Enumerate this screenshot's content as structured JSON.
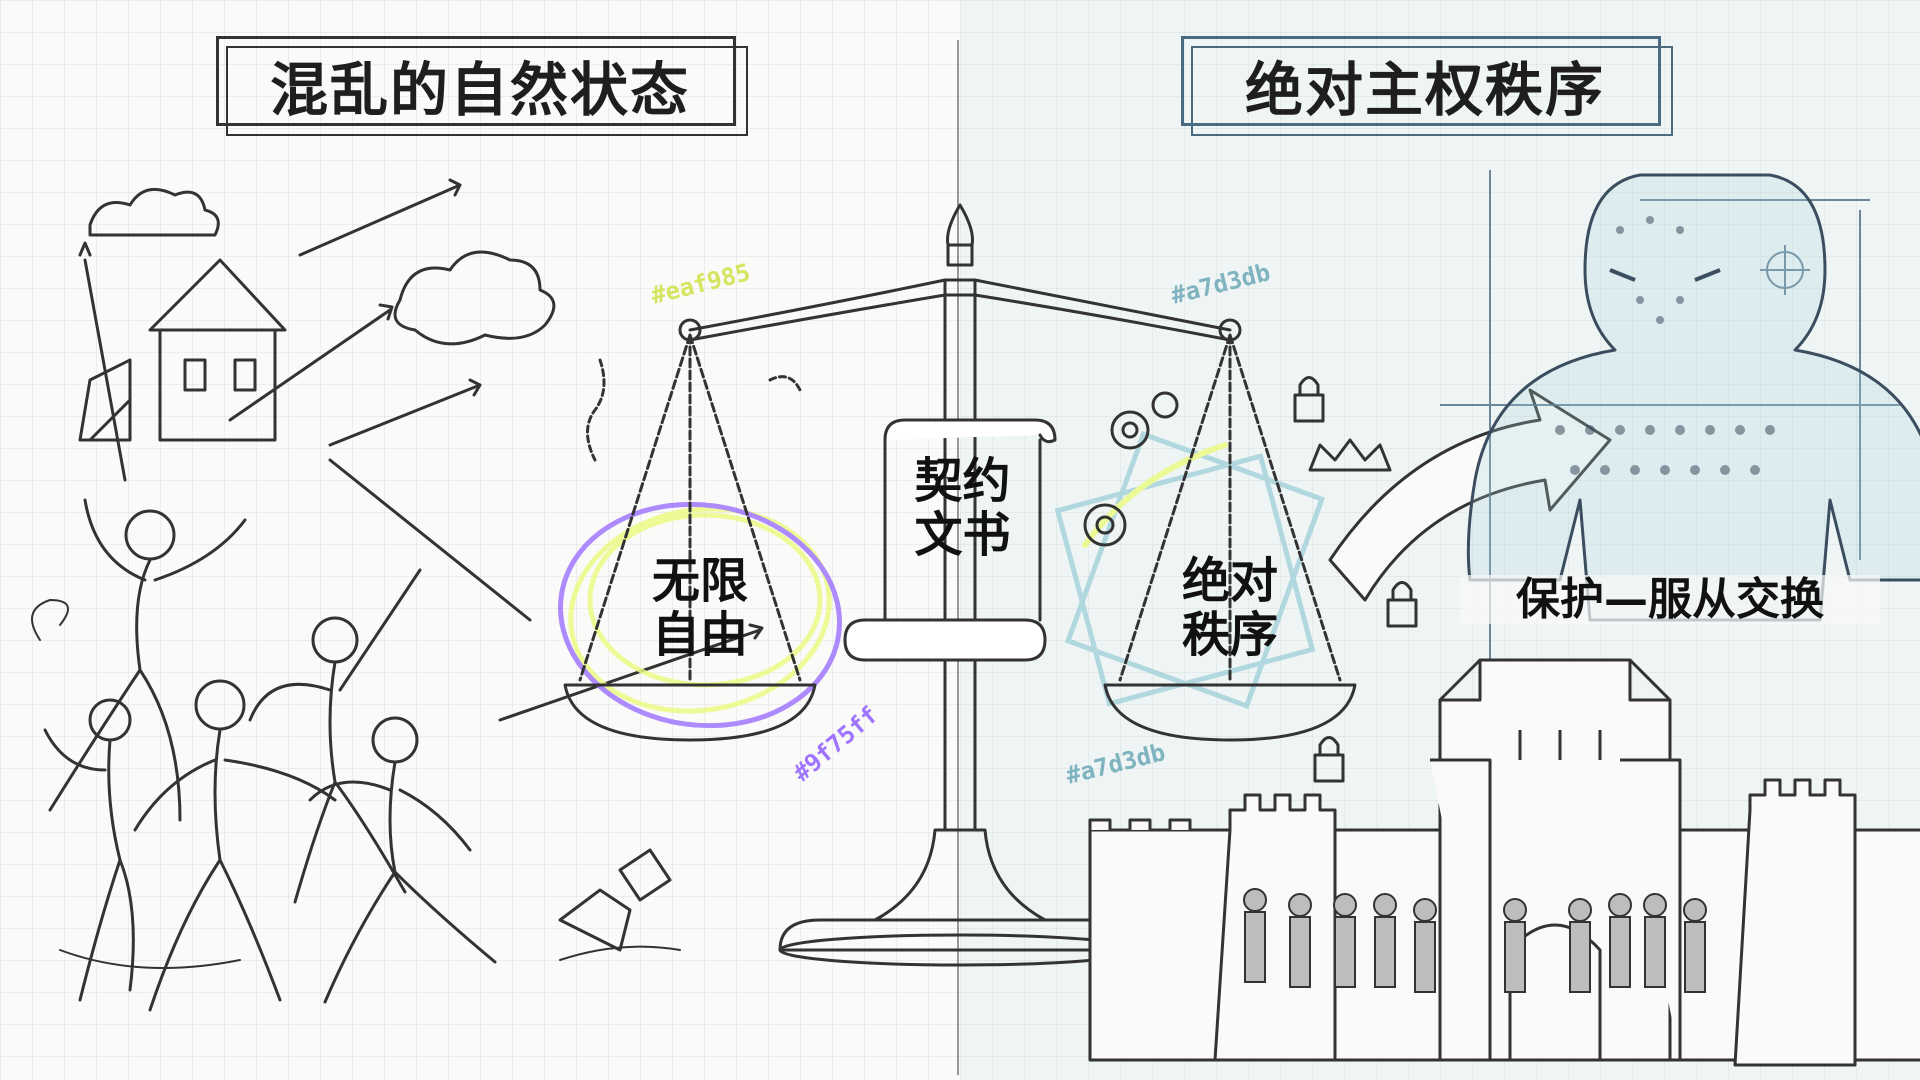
{
  "titles": {
    "left": "混乱的自然状态",
    "right": "绝对主权秩序"
  },
  "labels": {
    "contract": [
      "契约",
      "文书"
    ],
    "freedom": [
      "无限",
      "自由"
    ],
    "order": [
      "绝对",
      "秩序"
    ],
    "exchange": "保护—服从交换"
  },
  "color_notes": {
    "yellow": "#eaf985",
    "purple": "#9f75ff",
    "blue_top": "#a7d3db",
    "blue_bottom": "#a7d3db"
  },
  "colors": {
    "accent_yellow": "#eaf985",
    "accent_purple": "#9f75ff",
    "accent_blue": "#a7d3db",
    "ink": "#1e1e1e",
    "paper": "#fafaf8"
  }
}
